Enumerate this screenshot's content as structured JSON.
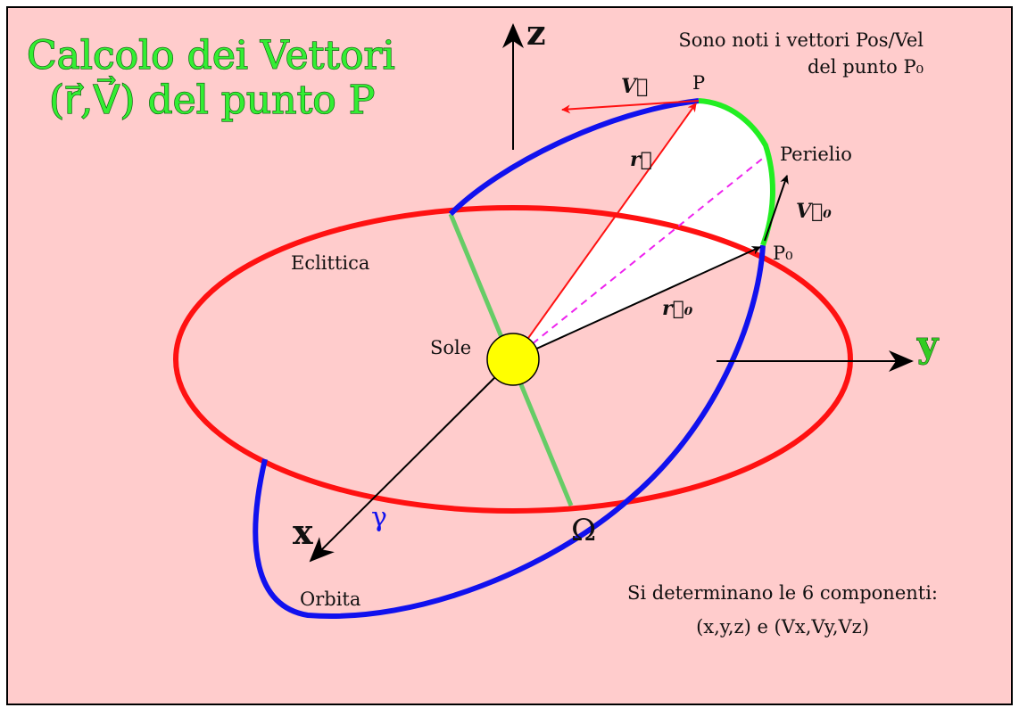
{
  "title": {
    "line1": "Calcolo dei Vettori",
    "line2": "(r⃗,V⃗) del punto P"
  },
  "note_top": {
    "line1": "Sono noti i vettori Pos/Vel",
    "line2": "del punto P₀"
  },
  "note_bottom": {
    "line1": "Si determinano le 6 componenti:",
    "line2": "(x,y,z) e (Vx,Vy,Vz)"
  },
  "labels": {
    "z_axis": "z",
    "y_axis": "y",
    "x_axis": "x",
    "point_p": "P",
    "point_p0": "P₀",
    "perihelion": "Perielio",
    "ecliptic": "Eclittica",
    "sun": "Sole",
    "orbit": "Orbita",
    "ascending_node": "Ω",
    "vernal_point": "γ",
    "vector_v": "V⃗",
    "vector_r": "r⃗",
    "vector_v0": "V⃗₀",
    "vector_r0": "r⃗₀"
  },
  "colors": {
    "background": "#ffcccc",
    "ecliptic": "#ff1111",
    "orbit": "#1111ee",
    "arc_p0_to_p": "#22ee22",
    "node_line": "#66cc66",
    "sun": "#ffff00",
    "perihelion_line": "#ee22ee",
    "gamma": "#1111ee"
  }
}
